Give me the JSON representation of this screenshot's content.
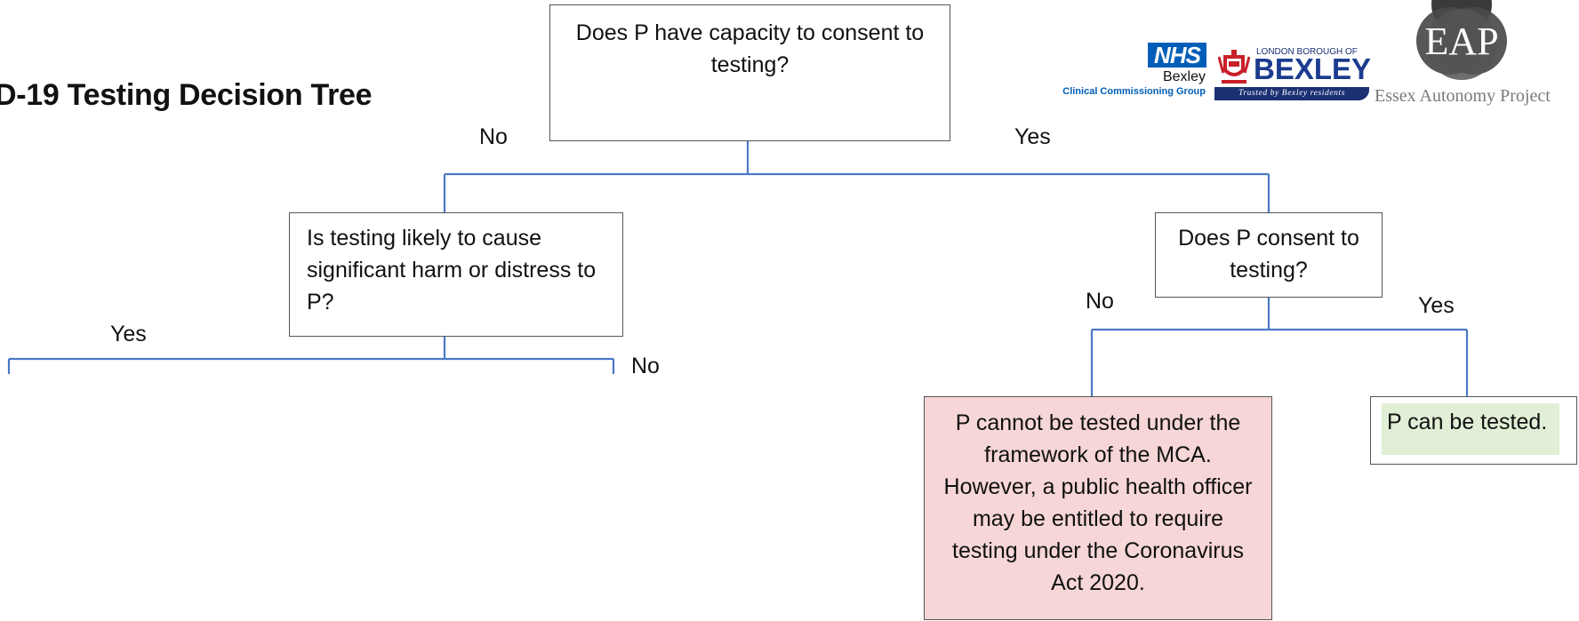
{
  "title": "D-19 Testing Decision Tree",
  "logos": {
    "nhs": {
      "mark": "NHS",
      "name": "Bexley",
      "subtitle": "Clinical Commissioning Group"
    },
    "bexley": {
      "top_line": "LONDON BOROUGH OF",
      "name": "BEXLEY",
      "tagline": "Trusted by Bexley residents"
    },
    "eap": {
      "mark": "EAP",
      "name": "Essex Autonomy Project"
    }
  },
  "nodes": {
    "capacity": "Does P have capacity to consent to testing?",
    "harm": "Is testing likely to cause significant harm or distress to P?",
    "consent": "Does P consent to testing?",
    "cannot_test": "P cannot be tested under the framework of the MCA. However, a public health officer may be entitled to require testing under the Coronavirus Act 2020.",
    "can_test": "P can be tested."
  },
  "edges": {
    "capacity_no": "No",
    "capacity_yes": "Yes",
    "harm_yes": "Yes",
    "harm_no": "No",
    "consent_no": "No",
    "consent_yes": "Yes"
  },
  "colors": {
    "connector": "#4a78c6",
    "cannot_test_fill": "#f6d6d6",
    "can_test_fill": "#e1efd6",
    "box_border": "#555555"
  }
}
